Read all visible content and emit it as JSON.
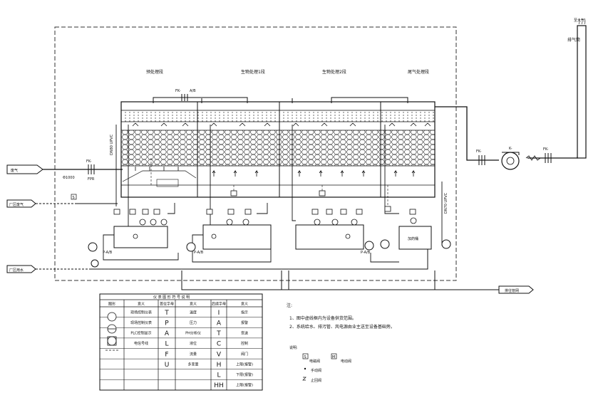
{
  "stages": [
    "预处理段",
    "生物处理1段",
    "生物处理2段",
    "尾气处理段"
  ],
  "inlet": {
    "label": "废气",
    "size": "Φ1000",
    "valve_tag": "FK-",
    "fpr": "FPR"
  },
  "fan": {
    "tag": "K-",
    "valve_tag_left": "FK-",
    "valve_tag_right": "FK-"
  },
  "top_valve": {
    "tag": "FK-",
    "ab": "A/B"
  },
  "vertical_tags": [
    "DN80 UPVC",
    "DN70 UPVC"
  ],
  "pump_label": "P-A/B",
  "tank_label": "加药桶",
  "flag_labels": {
    "exhaust_gas": "厂区废气",
    "process_water": "厂区用水",
    "drain": "排往管网"
  },
  "chimney": {
    "label": "排气筒",
    "top_text": "至大气"
  },
  "notes": {
    "title": "注:",
    "items": [
      "1、图中虚线框内为设备供货范围。",
      "2、系统给水、排污管、风电源由业主送至设备基础旁。"
    ]
  },
  "symbols": {
    "title": "说明:",
    "items": [
      {
        "code": "S",
        "label": "电磁阀"
      },
      {
        "code": "M",
        "label": "电动阀"
      },
      {
        "code": "",
        "label": "手动阀"
      },
      {
        "code": "",
        "label": "止回阀"
      }
    ]
  },
  "legend": {
    "title": "仪 表 图 形 符 号 说 明",
    "headers": [
      "图形",
      "意义",
      "首位字母",
      "意义",
      "后续字母",
      "意义"
    ],
    "rows": [
      [
        "",
        "现场控制仪表",
        "T",
        "温度",
        "I",
        "指示"
      ],
      [
        "",
        "现场控制仪表",
        "P",
        "压力",
        "A",
        "报警"
      ],
      [
        "",
        "PLC控制显示",
        "A",
        "PH分析仪",
        "T",
        "变送"
      ],
      [
        "",
        "电信号线",
        "L",
        "液位",
        "C",
        "控制"
      ],
      [
        "",
        "",
        "F",
        "流量",
        "V",
        "阀门"
      ],
      [
        "",
        "",
        "U",
        "多变量",
        "H",
        "上限(报警)"
      ],
      [
        "",
        "",
        "",
        "",
        "L",
        "下限(报警)"
      ],
      [
        "",
        "",
        "",
        "",
        "HH",
        "上限(报警)"
      ]
    ]
  }
}
